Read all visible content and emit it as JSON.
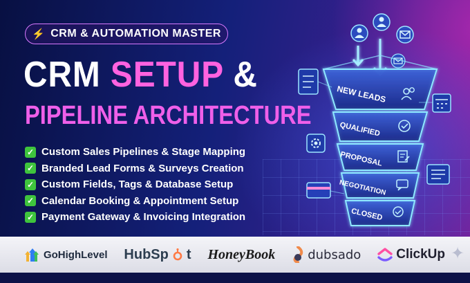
{
  "badge": {
    "icon": "lightning-bolt-icon",
    "text": "CRM & AUTOMATION MASTER"
  },
  "headline": {
    "line1_part1": "CRM ",
    "line1_part2": "SETUP",
    "line1_part3": " &",
    "line2": "PIPELINE ARCHITECTURE"
  },
  "features": [
    "Custom Sales Pipelines & Stage Mapping",
    "Branded Lead Forms & Surveys Creation",
    "Custom Fields, Tags & Database Setup",
    "Calendar Booking & Appointment Setup",
    "Payment Gateway & Invoicing Integration"
  ],
  "funnel": {
    "stages": [
      "NEW LEADS",
      "QUALIFIED",
      "PROPOSAL",
      "NEGOTIATION",
      "CLOSED"
    ]
  },
  "logos": {
    "gohighlevel": "GoHighLevel",
    "hubspot_part1": "HubSp",
    "hubspot_part2": "t",
    "honeybook": "HoneyBook",
    "dubsado": "dubsado",
    "clickup": "ClickUp"
  },
  "colors": {
    "accent_pink": "#ff62e0",
    "check_green": "#3fc43d",
    "funnel_cyan": "#7de0ff",
    "hubspot_orange": "#ff7a45"
  }
}
